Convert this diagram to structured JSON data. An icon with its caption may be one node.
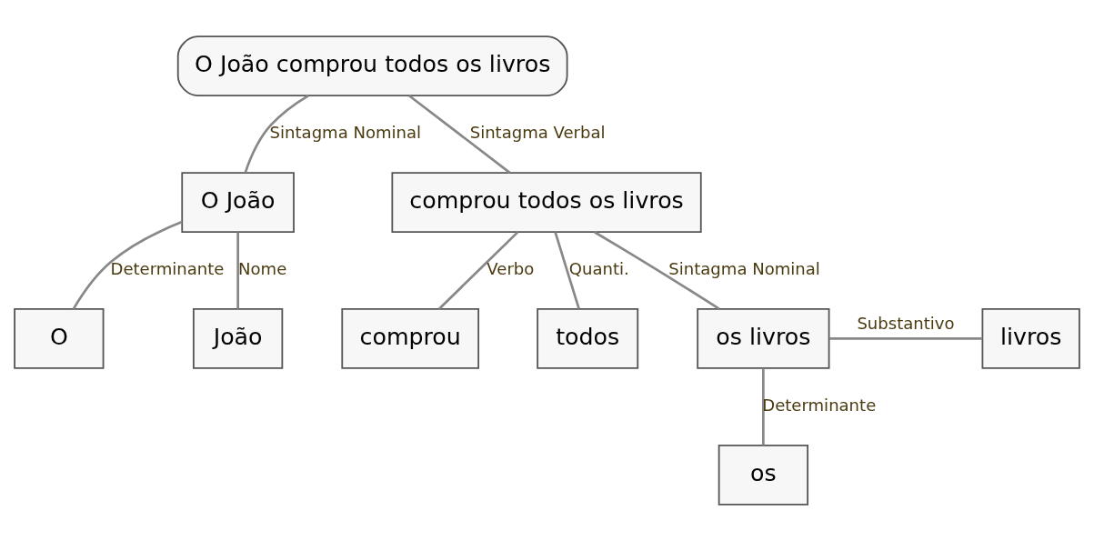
{
  "diagram": {
    "nodes": [
      {
        "text": [
          "O João comprou todos os livros"
        ]
      },
      {
        "text": [
          "O João"
        ]
      },
      {
        "text": [
          "comprou todos os livros"
        ]
      },
      {
        "text": [
          "O"
        ]
      },
      {
        "text": [
          "João"
        ]
      },
      {
        "text": [
          "comprou"
        ]
      },
      {
        "text": [
          "todos"
        ]
      },
      {
        "text": [
          "os livros"
        ]
      },
      {
        "text": [
          "livros"
        ]
      },
      {
        "text": [
          "os"
        ]
      }
    ],
    "edges": [
      {
        "from": 0,
        "to": 1,
        "arrow": "none",
        "label": "Sintagma Nominal"
      },
      {
        "from": 0,
        "to": 2,
        "arrow": "none",
        "label": "Sintagma Verbal"
      },
      {
        "from": 1,
        "to": 3,
        "arrow": "none",
        "label": "Determinante"
      },
      {
        "from": 1,
        "to": 4,
        "arrow": "none",
        "label": "Nome"
      },
      {
        "from": 2,
        "to": 5,
        "arrow": "none",
        "label": "Verbo"
      },
      {
        "from": 2,
        "to": 6,
        "arrow": "none",
        "label": "Quanti."
      },
      {
        "from": 2,
        "to": 7,
        "arrow": "none",
        "label": "Sintagma Nominal"
      },
      {
        "from": 7,
        "to": 8,
        "arrow": "none",
        "label": "Substantivo"
      },
      {
        "from": 7,
        "to": 9,
        "arrow": "none",
        "label": "Determinante"
      }
    ]
  }
}
